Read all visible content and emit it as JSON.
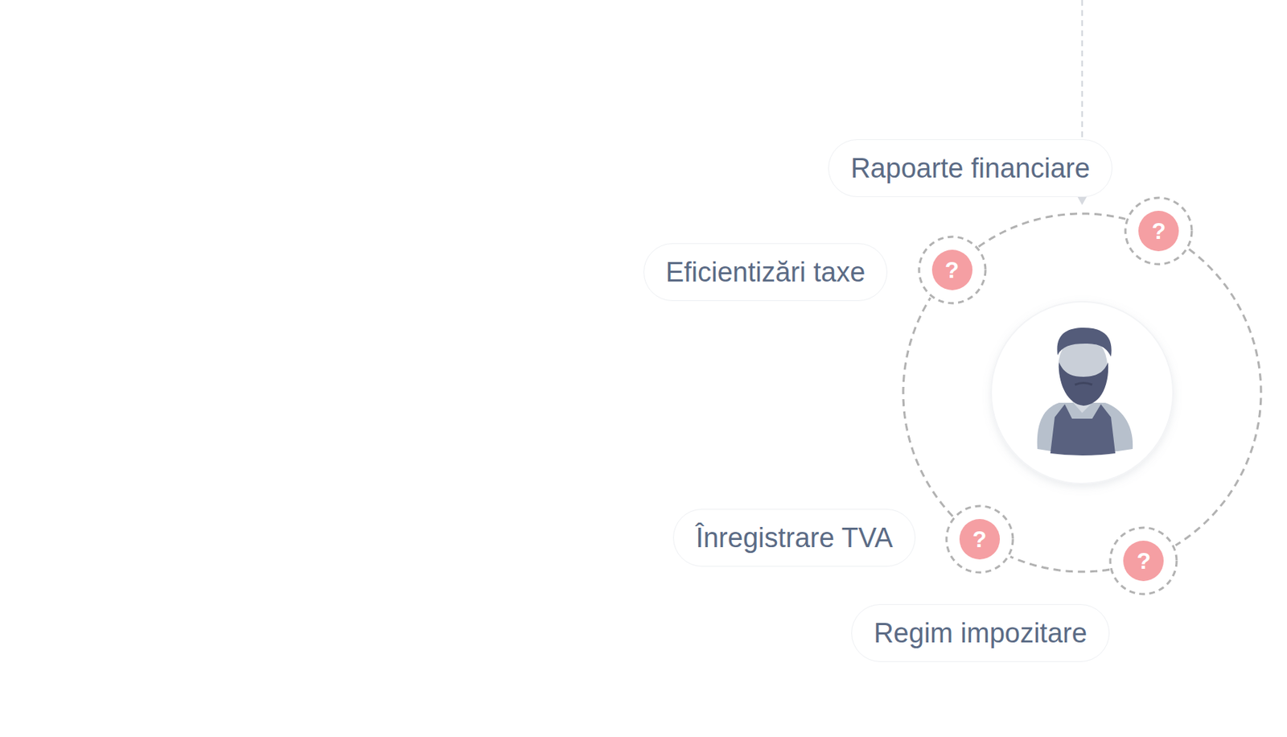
{
  "diagram": {
    "nodes": [
      {
        "text": [
          "Rapoarte financiare"
        ]
      },
      {
        "text": [
          "?"
        ]
      },
      {
        "text": [
          "Eficientizări taxe"
        ]
      },
      {
        "text": [
          "?"
        ]
      },
      {
        "text": [
          "Înregistrare TVA"
        ]
      },
      {
        "text": [
          "?"
        ]
      },
      {
        "text": [
          "?"
        ]
      },
      {
        "text": [
          "Regim impozitare"
        ]
      }
    ],
    "edges": [
      {
        "from": 3,
        "to": 1,
        "arrow": "none"
      },
      {
        "from": 1,
        "to": 6,
        "arrow": "none"
      },
      {
        "from": 6,
        "to": 5,
        "arrow": "none"
      },
      {
        "from": 5,
        "to": 3,
        "arrow": "none"
      }
    ]
  }
}
